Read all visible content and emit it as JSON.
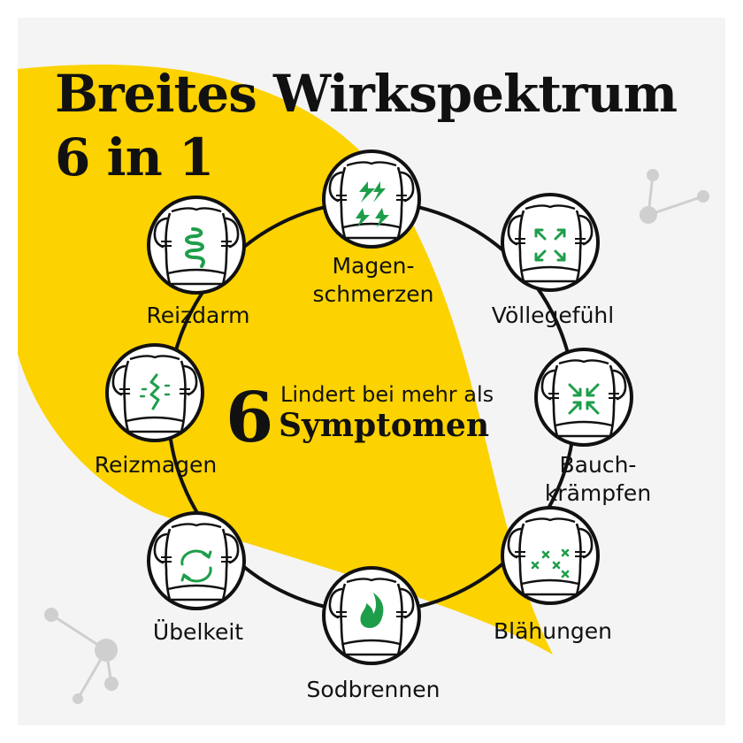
{
  "title": {
    "line1": "Breites Wirkspektrum",
    "line2": "6 in 1"
  },
  "center": {
    "number": "6",
    "line1": "Lindert bei mehr als",
    "line2": "Symptomen"
  },
  "symptoms": [
    {
      "lines": [
        "Magen-",
        "schmerzen"
      ],
      "icon": "lightning-arrows-icon"
    },
    {
      "lines": [
        "Völlegefühl"
      ],
      "icon": "expand-arrows-icon"
    },
    {
      "lines": [
        "Bauch-",
        "krämpfen"
      ],
      "icon": "contract-arrows-icon"
    },
    {
      "lines": [
        "Blähungen"
      ],
      "icon": "bloating-crosses-icon"
    },
    {
      "lines": [
        "Sodbrennen"
      ],
      "icon": "flame-icon"
    },
    {
      "lines": [
        "Übelkeit"
      ],
      "icon": "cycle-arrows-icon"
    },
    {
      "lines": [
        "Reizmagen"
      ],
      "icon": "irritation-zigzag-icon"
    },
    {
      "lines": [
        "Reizdarm"
      ],
      "icon": "intestine-icon"
    }
  ],
  "colors": {
    "background": "#f4f4f4",
    "yellow_shape": "#fcd200",
    "icon_green": "#1e9e4a",
    "outline": "#111111",
    "molecule_grey": "#cfcfcf"
  }
}
